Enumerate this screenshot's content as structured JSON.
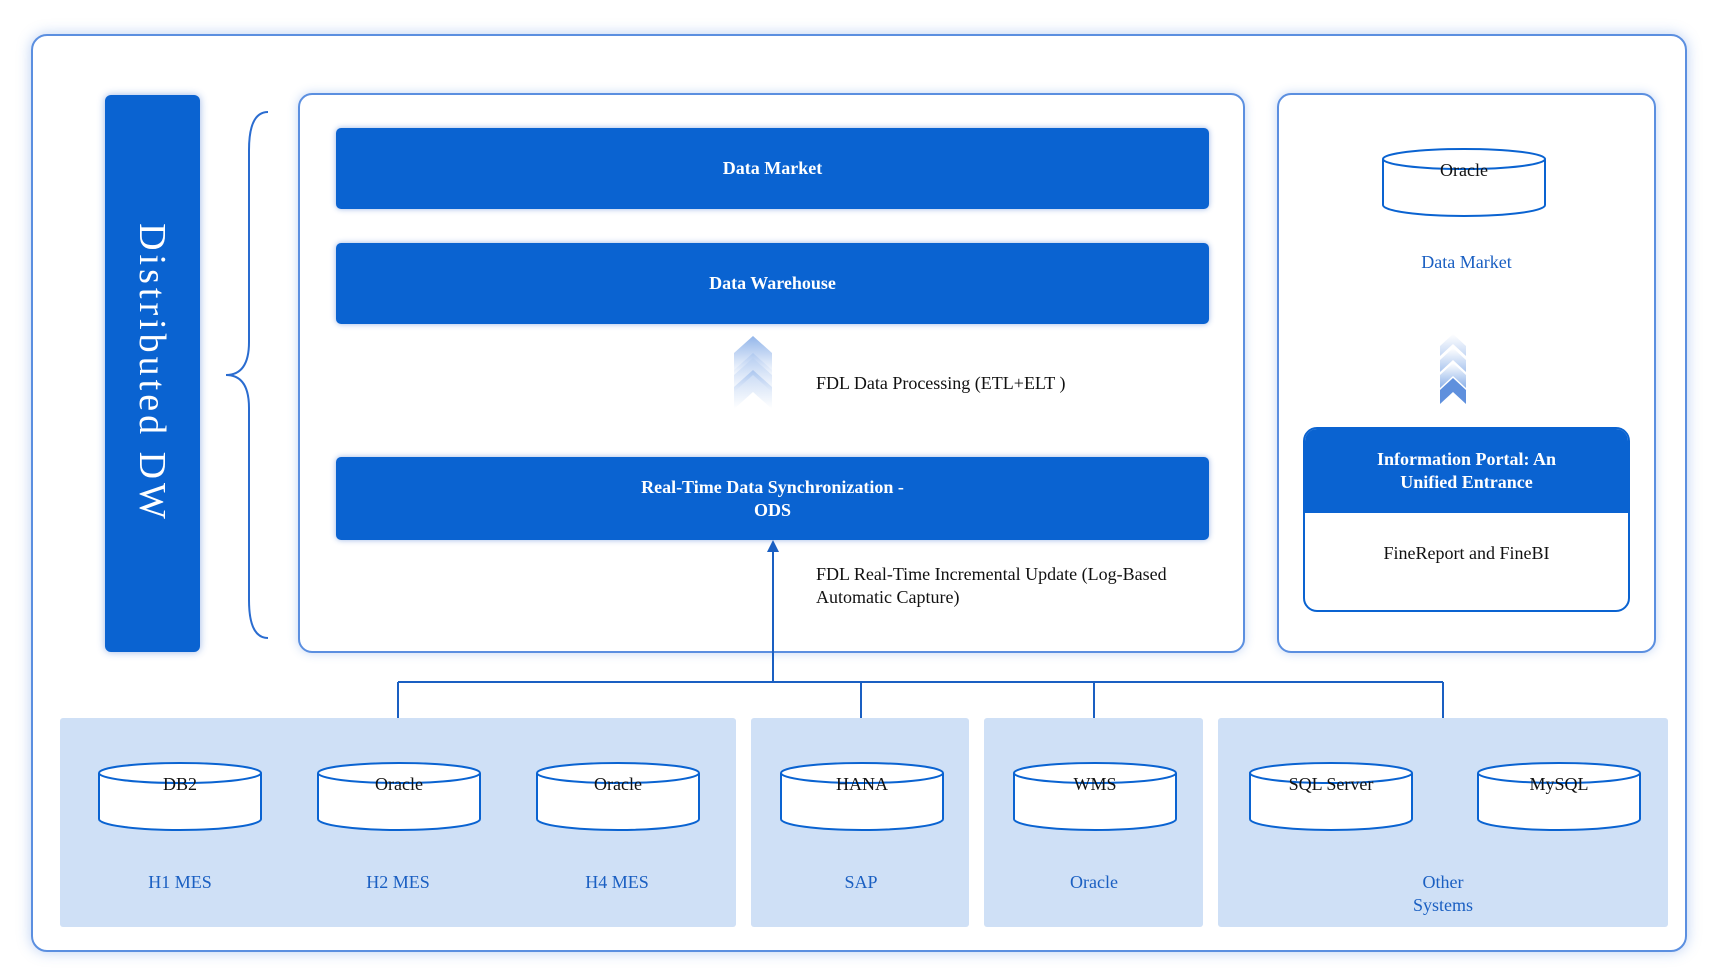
{
  "diagram": {
    "left_bar_label": "Distributed DW",
    "main_panel": {
      "data_market": "Data Market",
      "data_warehouse": "Data Warehouse",
      "processing_label": "FDL Data Processing (ETL+ELT )",
      "ods_label": "Real-Time Data Synchronization - ODS",
      "realtime_update_label": "FDL Real-Time Incremental Update (Log-Based Automatic Capture)"
    },
    "right_panel": {
      "db_name": "Oracle",
      "db_caption": "Data Market",
      "portal_title": "Information Portal: An Unified Entrance",
      "portal_body": "FineReport and FineBI"
    },
    "sources": [
      {
        "db": "DB2",
        "label": "H1 MES"
      },
      {
        "db": "Oracle",
        "label": "H2 MES"
      },
      {
        "db": "Oracle",
        "label": "H4 MES"
      },
      {
        "db": "HANA",
        "label": "SAP"
      },
      {
        "db": "WMS",
        "label": "Oracle"
      },
      {
        "db": "SQL Server",
        "label": "Other Systems"
      },
      {
        "db": "MySQL",
        "label": ""
      }
    ],
    "colors": {
      "primary_blue": "#0a63d1",
      "frame_blue": "#5b8fe0",
      "source_bg": "#cfe0f6",
      "label_blue": "#1a5fc2"
    }
  }
}
